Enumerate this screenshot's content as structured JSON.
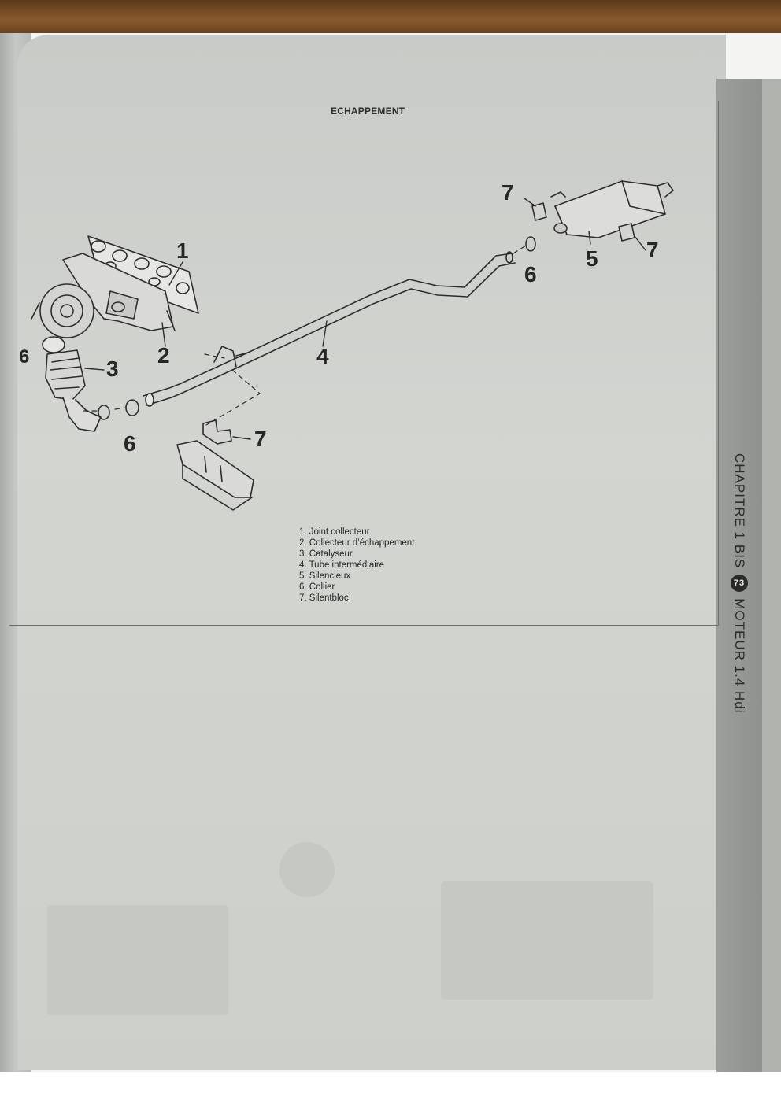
{
  "page": {
    "title": "ECHAPPEMENT",
    "chapter": "CHAPITRE 1 BIS",
    "page_number": "73",
    "section": "MOTEUR 1.4 Hdi"
  },
  "callouts": {
    "c1": "1",
    "c2": "2",
    "c3": "3",
    "c4": "4",
    "c5": "5",
    "c6_left": "6",
    "c6_center": "6",
    "c6_right": "6",
    "c7_top": "7",
    "c7_right": "7",
    "c7_bottom": "7"
  },
  "legend": [
    "1. Joint collecteur",
    "2. Collecteur d’échappement",
    "3. Catalyseur",
    "4. Tube intermédiaire",
    "5. Silencieux",
    "6. Collier",
    "7. Silentbloc"
  ]
}
